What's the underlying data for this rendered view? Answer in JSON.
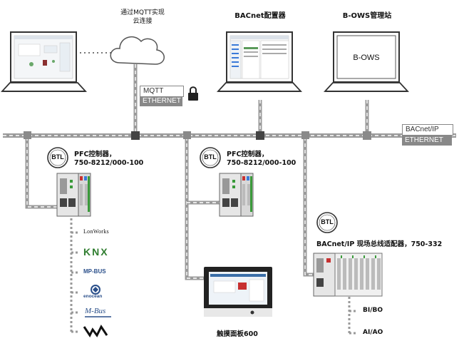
{
  "cloud_label": [
    "通过MQTT实现",
    "云连接"
  ],
  "bacnet_configurator": "BACnet配置器",
  "bows_station": "B-OWS管理站",
  "bows_screen_text": "B-OWS",
  "mqtt_tag": "MQTT",
  "ethernet_tag_left": "ETHERNET",
  "bacnet_ip_tag": "BACnet/IP",
  "ethernet_tag_right": "ETHERNET",
  "btl_logo": "BTL",
  "pfc1_label": [
    "PFC控制器，",
    "750-8212/000-100"
  ],
  "pfc2_label": [
    "PFC控制器，",
    "750-8212/000-100"
  ],
  "bacnet_coupler_label": "BACnet/IP 现场总线适配器，750-332",
  "touch_panel_label": "触摸面板600",
  "bus_protocols": [
    "LonWorks",
    "KNX",
    "MP-BUS",
    "enocean",
    "M-Bus",
    "SMI"
  ],
  "coupler_outputs": [
    "BI/BO",
    "AI/AO"
  ],
  "colors": {
    "backbone": "#9a9a9a",
    "tag_fill": "#888888",
    "device_green": "#3a9a3a"
  }
}
